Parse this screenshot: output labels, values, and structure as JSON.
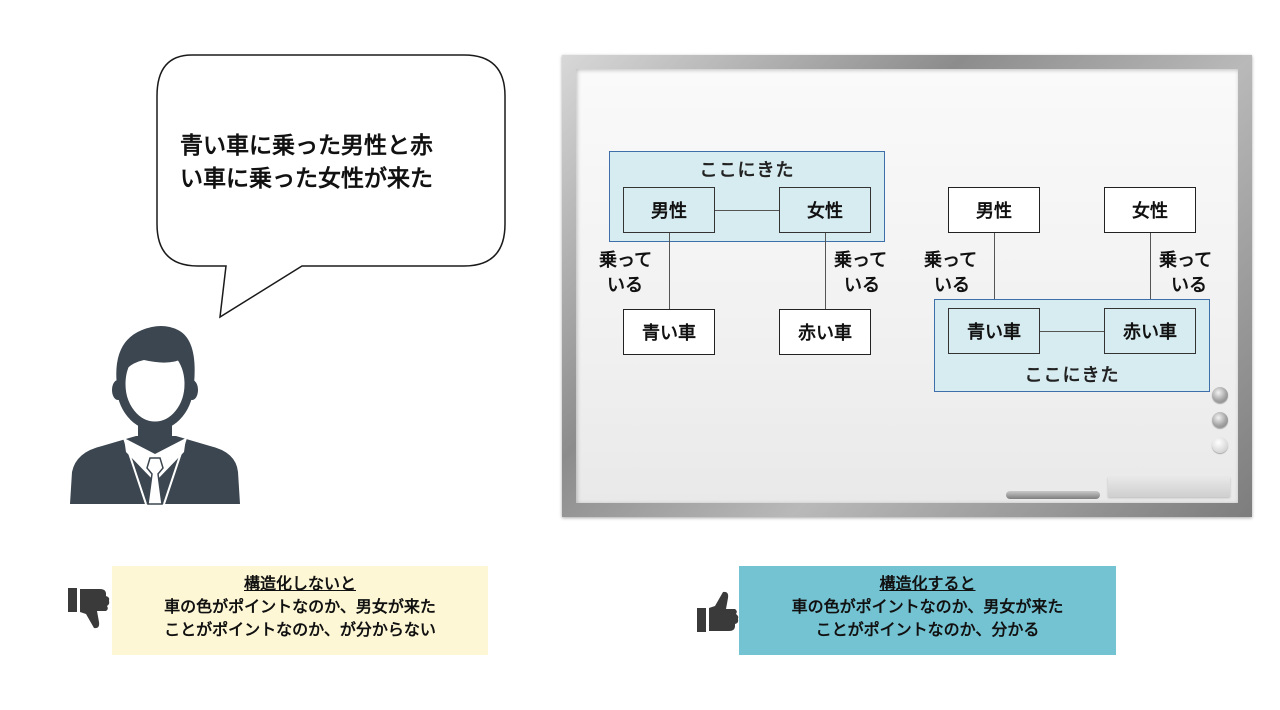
{
  "speech_bubble": {
    "line1": "青い車に乗った男性と赤",
    "line2": "い車に乗った女性が来た"
  },
  "diagram_left": {
    "group_label": "ここにきた",
    "node_man": "男性",
    "node_woman": "女性",
    "node_blue_car": "青い車",
    "node_red_car": "赤い車",
    "edge_label_left_line1": "乗って",
    "edge_label_left_line2": "いる",
    "edge_label_right_line1": "乗って",
    "edge_label_right_line2": "いる"
  },
  "diagram_right": {
    "group_label": "ここにきた",
    "node_man": "男性",
    "node_woman": "女性",
    "node_blue_car": "青い車",
    "node_red_car": "赤い車",
    "edge_label_left_line1": "乗って",
    "edge_label_left_line2": "いる",
    "edge_label_right_line1": "乗って",
    "edge_label_right_line2": "いる"
  },
  "caption_bad": {
    "heading": "構造化しないと",
    "line1": "車の色がポイントなのか、男女が来た",
    "line2": "ことがポイントなのか、が分からない",
    "icon": "thumbs-down-icon"
  },
  "caption_good": {
    "heading": "構造化すると",
    "line1": "車の色がポイントなのか、男女が来た",
    "line2": "ことがポイントなのか、分かる",
    "icon": "thumbs-up-icon"
  },
  "colors": {
    "group_fill": "#d7ecf0",
    "group_border": "#3e6fa8",
    "caption_bad_bg": "#fdf7d6",
    "caption_good_bg": "#74c3d3",
    "person": "#3c4650"
  }
}
